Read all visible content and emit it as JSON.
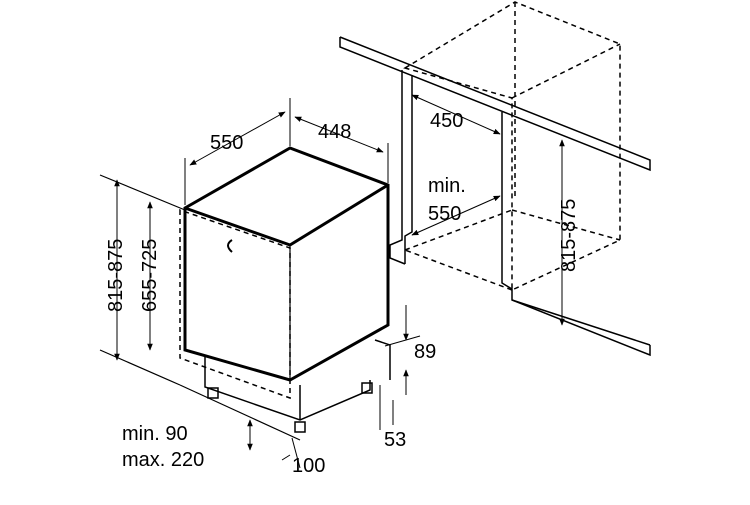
{
  "dimensions": {
    "depth_550": "550",
    "width_448": "448",
    "cabinet_depth_450": "450",
    "min_label": "min.",
    "min_depth_550": "550",
    "cabinet_height": "815-875",
    "height_left": "815-875",
    "appliance_height": "655-725",
    "toe_89": "89",
    "foot_53": "53",
    "plinth_min": "min. 90",
    "plinth_max": "max. 220",
    "offset_100": "100"
  }
}
